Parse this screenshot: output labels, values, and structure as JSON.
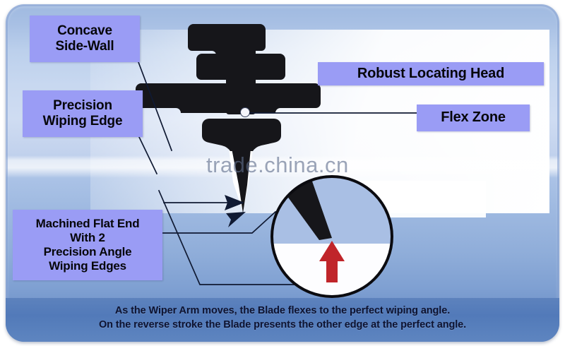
{
  "diagram": {
    "title_watermark": "trade.china.cn",
    "labels": [
      {
        "id": "concave",
        "line1": "Concave",
        "line2": "Side-Wall",
        "line3": "",
        "line4": ""
      },
      {
        "id": "precision",
        "line1": "Precision",
        "line2": "Wiping Edge",
        "line3": "",
        "line4": ""
      },
      {
        "id": "machined",
        "line1": "Machined Flat End",
        "line2": "With 2",
        "line3": "Precision Angle",
        "line4": "Wiping Edges"
      },
      {
        "id": "robust",
        "line1": "Robust Locating Head",
        "line2": "",
        "line3": "",
        "line4": ""
      },
      {
        "id": "flex",
        "line1": "Flex Zone",
        "line2": "",
        "line3": "",
        "line4": ""
      }
    ],
    "caption": {
      "line1": "As the Wiper Arm moves, the Blade flexes to the perfect wiping angle.",
      "line2": "On the reverse stroke the Blade presents the other edge at the perfect angle."
    },
    "colors": {
      "label_box": "#9a9cf5",
      "blade": "#16161a",
      "panel_top": "#a8c0e4",
      "panel_bottom": "#5c80bd",
      "caption_strip": "#527ab9",
      "red_arrow": "#c0252a",
      "leader_line": "#101a33"
    },
    "icons": {
      "magnifier": "magnifier-circle",
      "up_arrow": "red-up-arrow",
      "pivot": "flex-pivot-dot"
    }
  }
}
